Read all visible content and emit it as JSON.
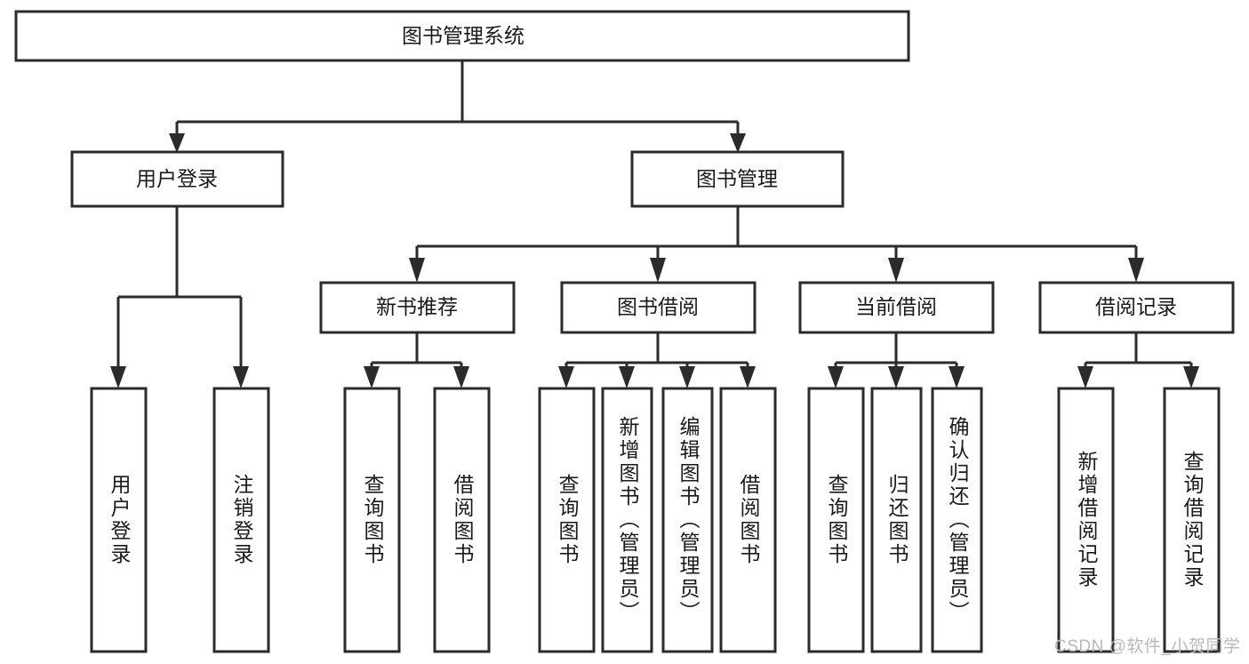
{
  "diagram": {
    "type": "tree-hierarchy-chart",
    "title": "图书管理系统",
    "orientation": "top-down",
    "colors": {
      "background": "#ffffff",
      "node_fill": "#ffffff",
      "node_stroke": "#2b2b2b",
      "connector": "#2b2b2b",
      "text": "#1a1a1a",
      "watermark": "#b9b9b9"
    },
    "levels": [
      {
        "level": 1,
        "nodes": [
          {
            "id": "root",
            "label": "图书管理系统",
            "orientation": "horizontal"
          }
        ]
      },
      {
        "level": 2,
        "nodes": [
          {
            "id": "user-login",
            "label": "用户登录",
            "orientation": "horizontal",
            "parent": "root"
          },
          {
            "id": "book-manage",
            "label": "图书管理",
            "orientation": "horizontal",
            "parent": "root"
          }
        ]
      },
      {
        "level": 3,
        "nodes": [
          {
            "id": "new-book-rec",
            "label": "新书推荐",
            "orientation": "horizontal",
            "parent": "book-manage"
          },
          {
            "id": "book-borrow",
            "label": "图书借阅",
            "orientation": "horizontal",
            "parent": "book-manage"
          },
          {
            "id": "current-borrow",
            "label": "当前借阅",
            "orientation": "horizontal",
            "parent": "book-manage"
          },
          {
            "id": "borrow-record",
            "label": "借阅记录",
            "orientation": "horizontal",
            "parent": "book-manage"
          }
        ]
      },
      {
        "level": 4,
        "nodes": [
          {
            "id": "leaf-user-login",
            "label": "用户登录",
            "orientation": "vertical",
            "parent": "user-login"
          },
          {
            "id": "leaf-user-logout",
            "label": "注销登录",
            "orientation": "vertical",
            "parent": "user-login"
          },
          {
            "id": "leaf-query-book-1",
            "label": "查询图书",
            "orientation": "vertical",
            "parent": "new-book-rec"
          },
          {
            "id": "leaf-borrow-book-1",
            "label": "借阅图书",
            "orientation": "vertical",
            "parent": "new-book-rec"
          },
          {
            "id": "leaf-query-book-2",
            "label": "查询图书",
            "orientation": "vertical",
            "parent": "book-borrow"
          },
          {
            "id": "leaf-add-book",
            "label": "新增图书（管理员）",
            "orientation": "vertical",
            "parent": "book-borrow"
          },
          {
            "id": "leaf-edit-book",
            "label": "编辑图书（管理员）",
            "orientation": "vertical",
            "parent": "book-borrow"
          },
          {
            "id": "leaf-borrow-book-2",
            "label": "借阅图书",
            "orientation": "vertical",
            "parent": "book-borrow"
          },
          {
            "id": "leaf-query-book-3",
            "label": "查询图书",
            "orientation": "vertical",
            "parent": "current-borrow"
          },
          {
            "id": "leaf-return-book",
            "label": "归还图书",
            "orientation": "vertical",
            "parent": "current-borrow"
          },
          {
            "id": "leaf-confirm-return",
            "label": "确认归还（管理员）",
            "orientation": "vertical",
            "parent": "current-borrow"
          },
          {
            "id": "leaf-add-record",
            "label": "新增借阅记录",
            "orientation": "vertical",
            "parent": "borrow-record"
          },
          {
            "id": "leaf-query-record",
            "label": "查询借阅记录",
            "orientation": "vertical",
            "parent": "borrow-record"
          }
        ]
      }
    ],
    "watermark": "CSDN @软件_小贺同学"
  }
}
